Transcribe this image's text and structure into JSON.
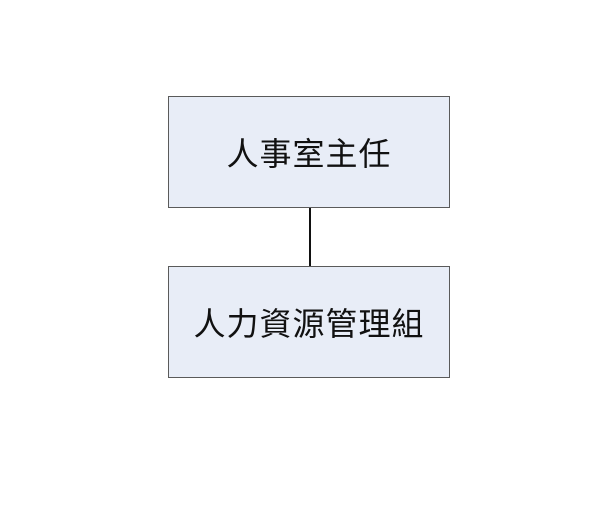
{
  "diagram": {
    "type": "org-chart",
    "nodes": [
      {
        "label": "人事室主任"
      },
      {
        "label": "人力資源管理組"
      }
    ],
    "edges": [
      {
        "from": 0,
        "to": 1
      }
    ],
    "colors": {
      "box_fill": "#e8edf7",
      "box_border": "#5a5a5a",
      "line": "#111111"
    }
  }
}
